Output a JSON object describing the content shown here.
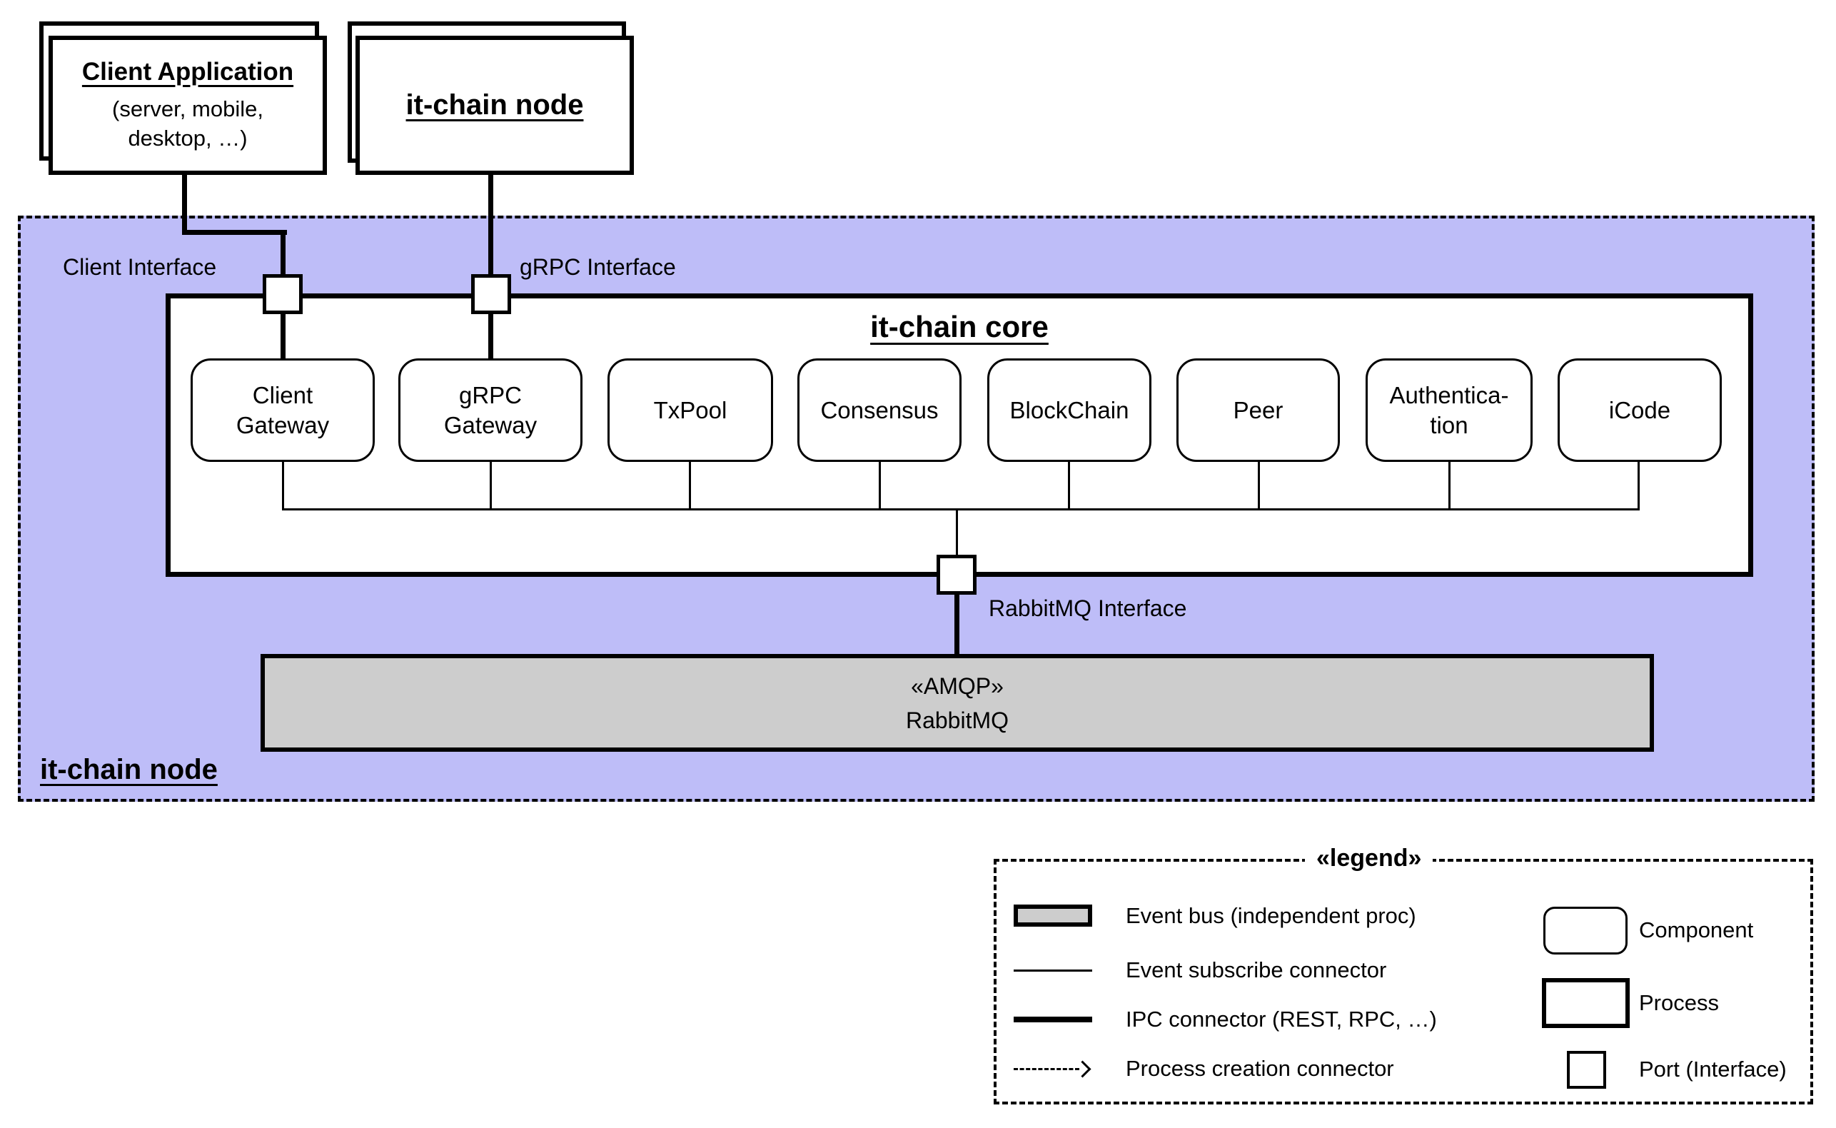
{
  "diagram": {
    "top_boxes": {
      "client_app": {
        "title": "Client Application",
        "subtitle": "(server, mobile,\ndesktop, …)"
      },
      "itchain_node": {
        "title": "it-chain node"
      }
    },
    "interfaces": {
      "client": "Client Interface",
      "grpc": "gRPC Interface",
      "rabbitmq": "RabbitMQ Interface"
    },
    "core": {
      "title": "it-chain core",
      "components": [
        {
          "label": "Client\nGateway"
        },
        {
          "label": "gRPC\nGateway"
        },
        {
          "label": "TxPool"
        },
        {
          "label": "Consensus"
        },
        {
          "label": "BlockChain"
        },
        {
          "label": "Peer"
        },
        {
          "label": "Authentica-\ntion"
        },
        {
          "label": "iCode"
        }
      ]
    },
    "event_bus": {
      "stereotype": "«AMQP»",
      "name": "RabbitMQ"
    },
    "node_region_label": "it-chain node",
    "legend": {
      "title": "«legend»",
      "items": [
        {
          "label": "Event bus (independent proc)"
        },
        {
          "label": "Event subscribe connector"
        },
        {
          "label": "IPC connector (REST, RPC, …)"
        },
        {
          "label": "Process creation connector"
        },
        {
          "label": "Component"
        },
        {
          "label": "Process"
        },
        {
          "label": "Port (Interface)"
        }
      ]
    },
    "colors": {
      "region_fill": "#bebdf8",
      "event_bus_fill": "#cdcdcd",
      "stroke": "#000000",
      "shape_fill": "#ffffff"
    }
  }
}
